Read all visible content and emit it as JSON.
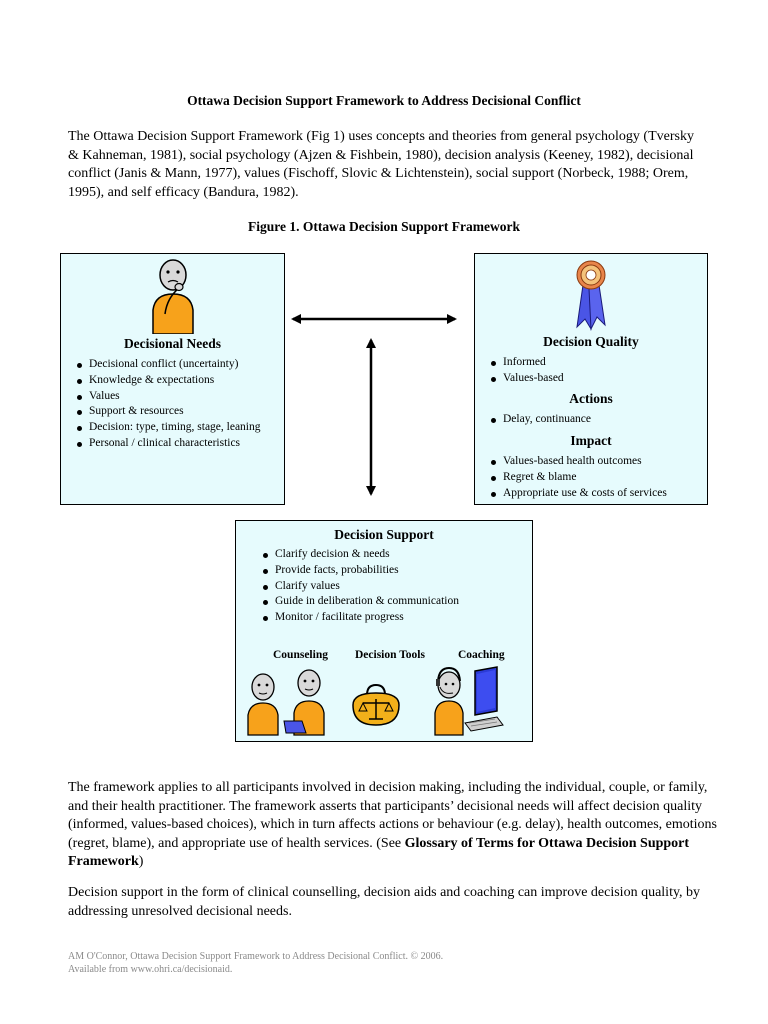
{
  "title": "Ottawa Decision Support Framework to Address Decisional Conflict",
  "intro": "The Ottawa Decision Support Framework (Fig 1) uses concepts and theories from general psychology (Tversky & Kahneman, 1981), social psychology (Ajzen & Fishbein, 1980), decision analysis (Keeney, 1982), decisional conflict (Janis & Mann, 1977), values (Fischoff, Slovic & Lichtenstein), social support (Norbeck, 1988; Orem, 1995), and self efficacy (Bandura, 1982).",
  "figure_title": "Figure 1. Ottawa Decision Support Framework",
  "decisional_needs": {
    "heading": "Decisional Needs",
    "items": [
      "Decisional conflict (uncertainty)",
      "Knowledge & expectations",
      "Values",
      "Support & resources",
      "Decision: type, timing, stage, leaning",
      "Personal / clinical characteristics"
    ]
  },
  "decision_quality": {
    "heading": "Decision Quality",
    "items": [
      "Informed",
      "Values-based"
    ],
    "actions_heading": "Actions",
    "actions_items": [
      "Delay, continuance"
    ],
    "impact_heading": "Impact",
    "impact_items": [
      "Values-based health outcomes",
      "Regret & blame",
      "Appropriate use & costs of services"
    ]
  },
  "decision_support": {
    "heading": "Decision Support",
    "items": [
      "Clarify decision & needs",
      "Provide facts, probabilities",
      "Clarify values",
      "Guide in deliberation & communication",
      "Monitor / facilitate progress"
    ],
    "tools": [
      "Counseling",
      "Decision Tools",
      "Coaching"
    ]
  },
  "paragraph1": {
    "text": "The framework applies to all participants involved in decision making, including the individual, couple, or family, and their health practitioner.  The framework asserts that participants’ decisional needs will affect decision quality (informed, values-based choices), which in turn affects actions or behaviour (e.g. delay), health outcomes, emotions (regret, blame), and appropriate use of health services.  (See ",
    "link": "Glossary of Terms for Ottawa Decision Support Framework",
    "end": ")"
  },
  "paragraph2": "Decision support in the form of clinical counselling, decision aids and coaching can improve decision quality, by addressing unresolved decisional needs.",
  "footer": {
    "line1": "AM O'Connor, Ottawa Decision Support Framework to Address Decisional Conflict. © 2006.",
    "line2": "Available from www.ohri.ca/decisionaid."
  },
  "colors": {
    "box_fill": "#e6fbfd",
    "figure_orange": "#f7a21b",
    "ribbon_blue": "#4a55e6",
    "footer_gray": "#8a8a8a"
  }
}
